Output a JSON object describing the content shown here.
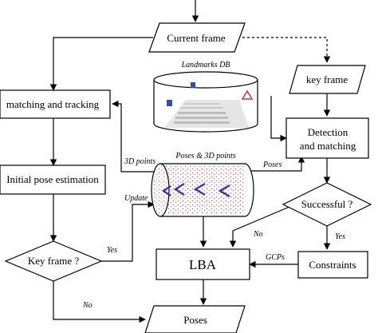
{
  "nodes": {
    "current_frame": "Current frame",
    "key_frame_top": "key frame",
    "matching_tracking": "matching and tracking",
    "detection_matching_l1": "Detection",
    "detection_matching_l2": "and matching",
    "initial_pose": "Initial pose estimation",
    "successful": "Successful ?",
    "key_frame_decision": "Key frame ?",
    "lba": "LBA",
    "constraints": "Constraints",
    "poses_out": "Poses"
  },
  "databases": {
    "landmarks_title": "Landmarks DB",
    "poses_points_title": "Poses & 3D points"
  },
  "edge_labels": {
    "points_3d": "3D points",
    "update": "Update",
    "poses": "Poses",
    "yes_left": "Yes",
    "no_bottom": "No",
    "no_right": "No",
    "yes_right": "Yes",
    "gcps": "GCPs"
  },
  "colors": {
    "point_cloud": "#cc2222",
    "pose_marker": "#2233bb",
    "sign_blue": "#2a4fb5",
    "sign_red": "#cc3333"
  }
}
